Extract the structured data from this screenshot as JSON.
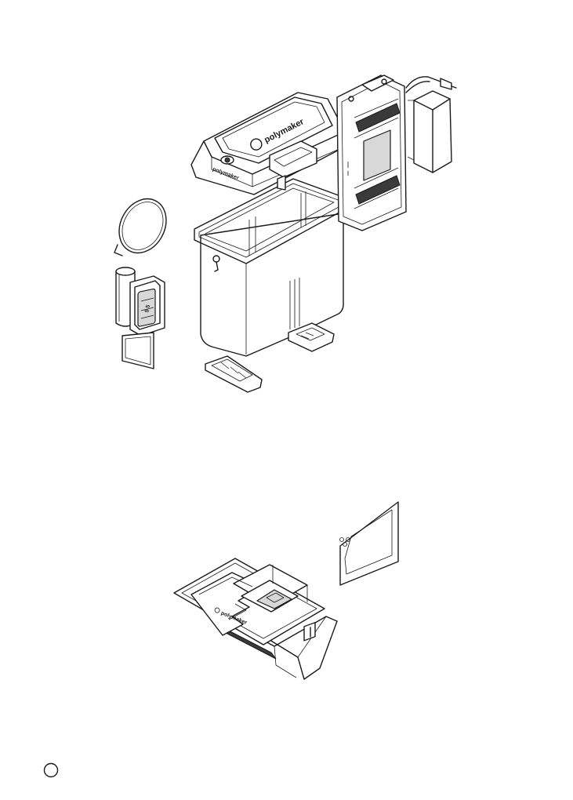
{
  "brand": {
    "lid_logo": "polymaker",
    "lid_small_logo": "polymaker",
    "tray_logo": "polymaker"
  },
  "icons": {
    "page_marker": "circle-outline"
  }
}
